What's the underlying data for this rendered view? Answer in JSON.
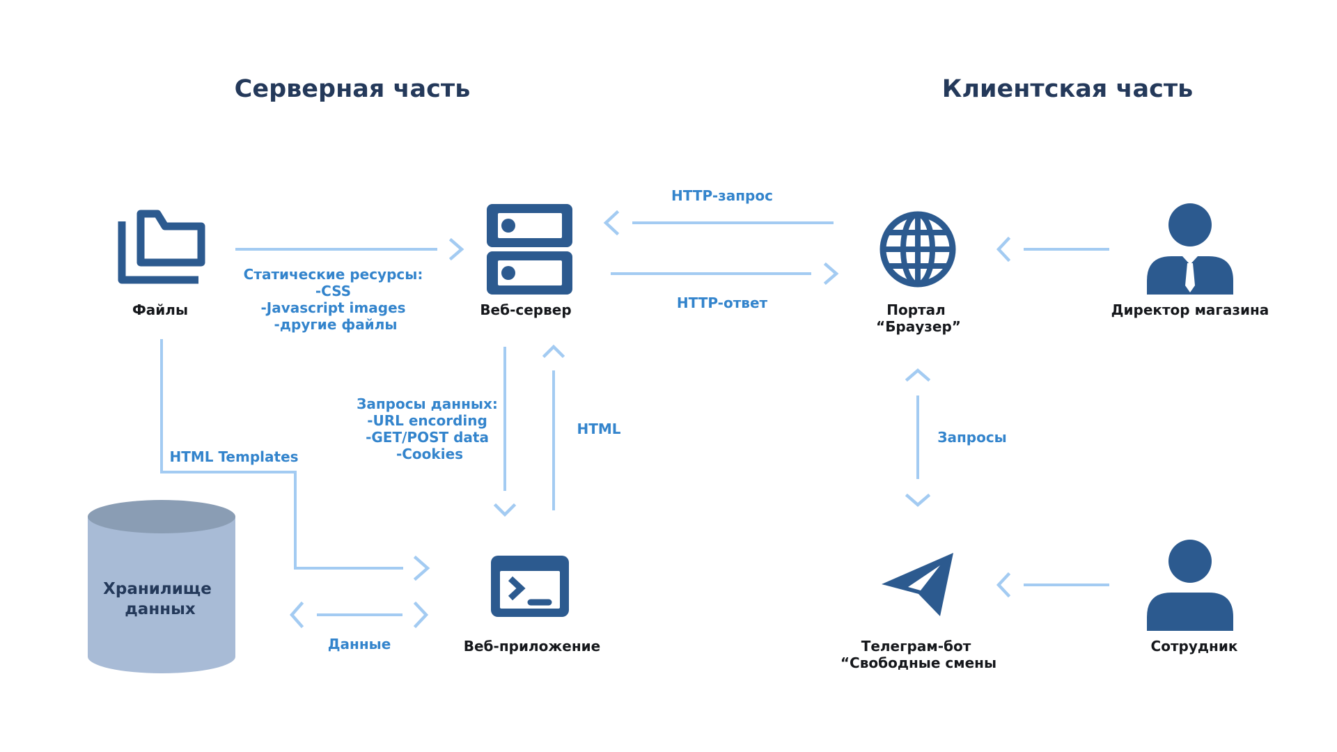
{
  "sections": {
    "server": "Серверная часть",
    "client": "Клиентская часть"
  },
  "nodes": {
    "files": "Файлы",
    "web_server": "Веб-сервер",
    "web_app": "Веб-приложение",
    "storage": [
      "Хранилище",
      "данных"
    ],
    "portal": [
      "Портал",
      "“Браузер”"
    ],
    "director": "Директор магазина",
    "telegram": [
      "Телеграм-бот",
      "“Свободные смены"
    ],
    "employee": "Сотрудник"
  },
  "edges": {
    "static_resources": [
      "Статические ресурсы:",
      "-CSS",
      "-Javascript images",
      "-другие файлы"
    ],
    "data_requests": [
      "Запросы данных:",
      "-URL encording",
      "-GET/POST data",
      "-Cookies"
    ],
    "html": "HTML",
    "html_templates": "HTML Templates",
    "data": "Данные",
    "http_request": "HTTP-запрос",
    "http_response": "HTTP-ответ",
    "requests": "Запросы"
  },
  "icons": {
    "files": "folders-icon",
    "web_server": "server-icon",
    "web_app": "terminal-icon",
    "storage": "database-icon",
    "portal": "globe-icon",
    "director": "businessman-icon",
    "telegram": "telegram-icon",
    "employee": "user-icon"
  },
  "colors": {
    "icon": "#2c5a8f",
    "connector": "#a3cbf2",
    "edge_label": "#3384cc",
    "title": "#24395a",
    "database_body": "#a8bbd6",
    "database_top": "#8a9db4"
  }
}
